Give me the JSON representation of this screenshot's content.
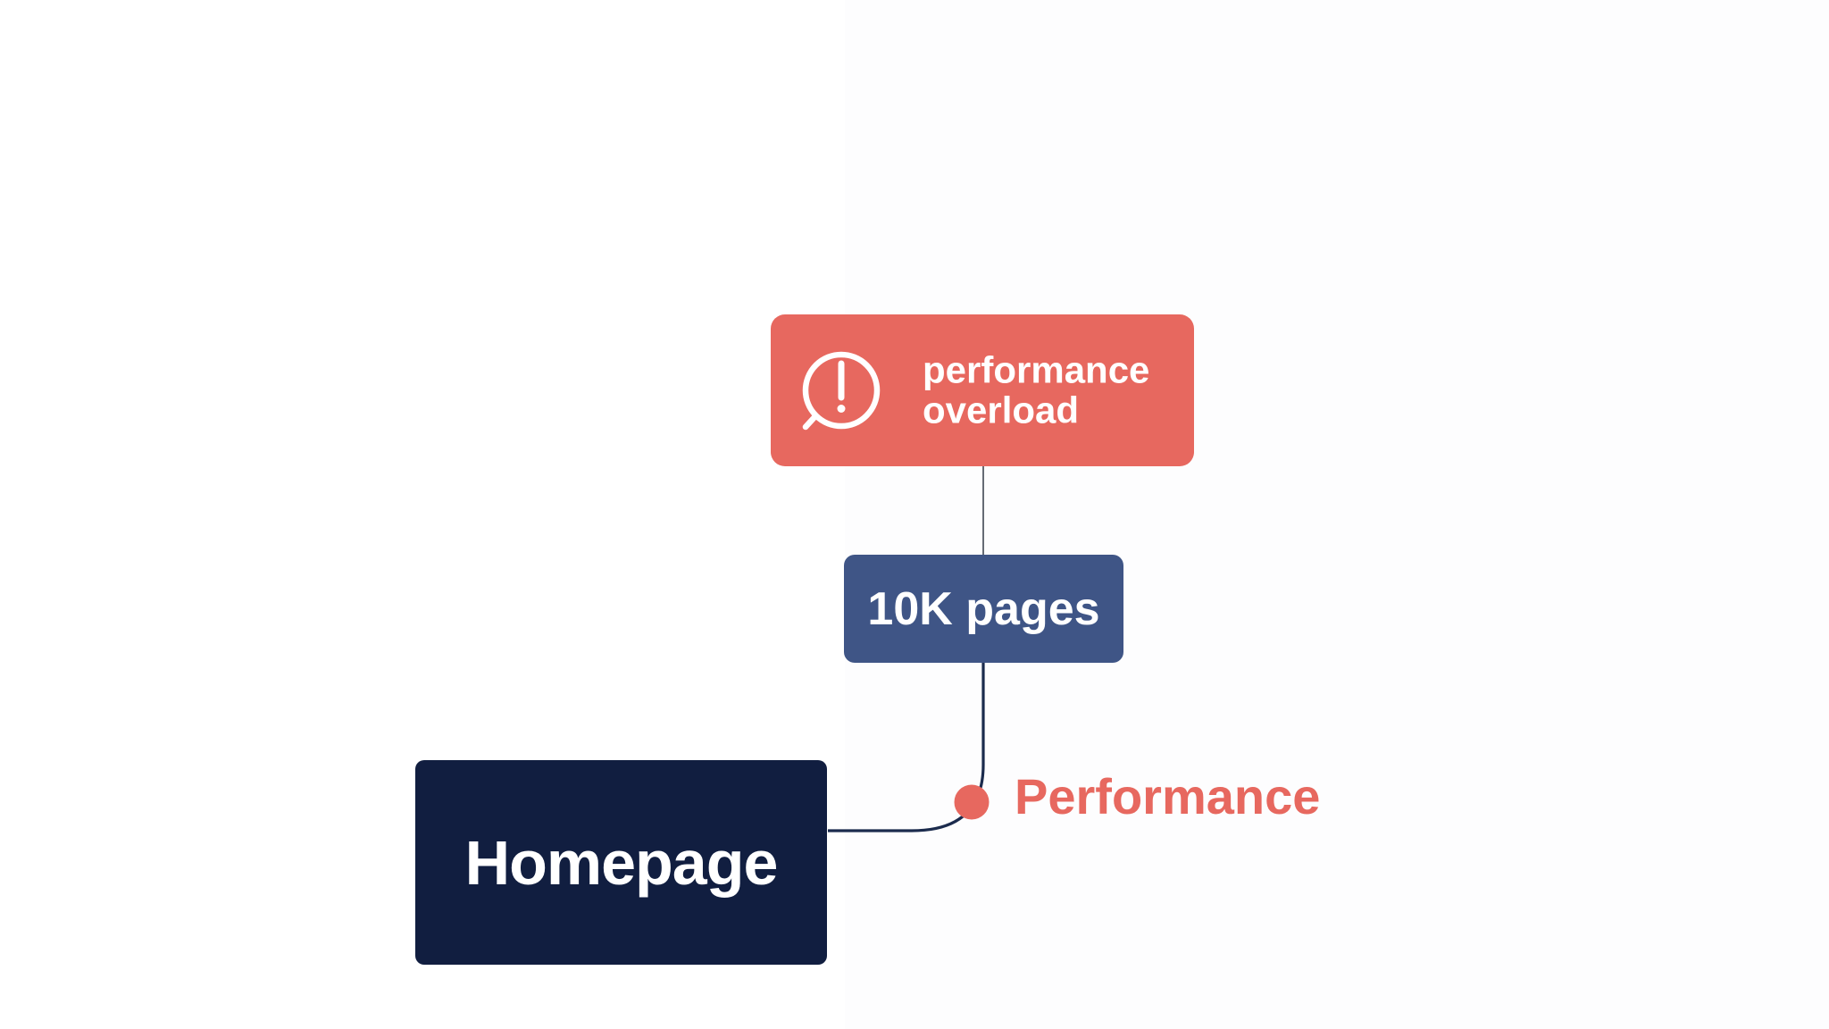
{
  "colors": {
    "alert_node_bg": "#E7685F",
    "pages_node_bg": "#3F5586",
    "homepage_node_bg": "#111E40",
    "node_text": "#FFFFFF",
    "branch_accent": "#E7685F",
    "connector_dark": "#1B2B4D",
    "connector_thin": "#555B66",
    "background": "#FFFFFF"
  },
  "diagram": {
    "alert_node": {
      "icon": "alert-magnifier-icon",
      "label_lines": [
        "performance",
        "overload"
      ]
    },
    "pages_node": {
      "label": "10K pages"
    },
    "homepage_node": {
      "label": "Homepage"
    },
    "branch": {
      "label": "Performance",
      "marker": "dot"
    }
  }
}
